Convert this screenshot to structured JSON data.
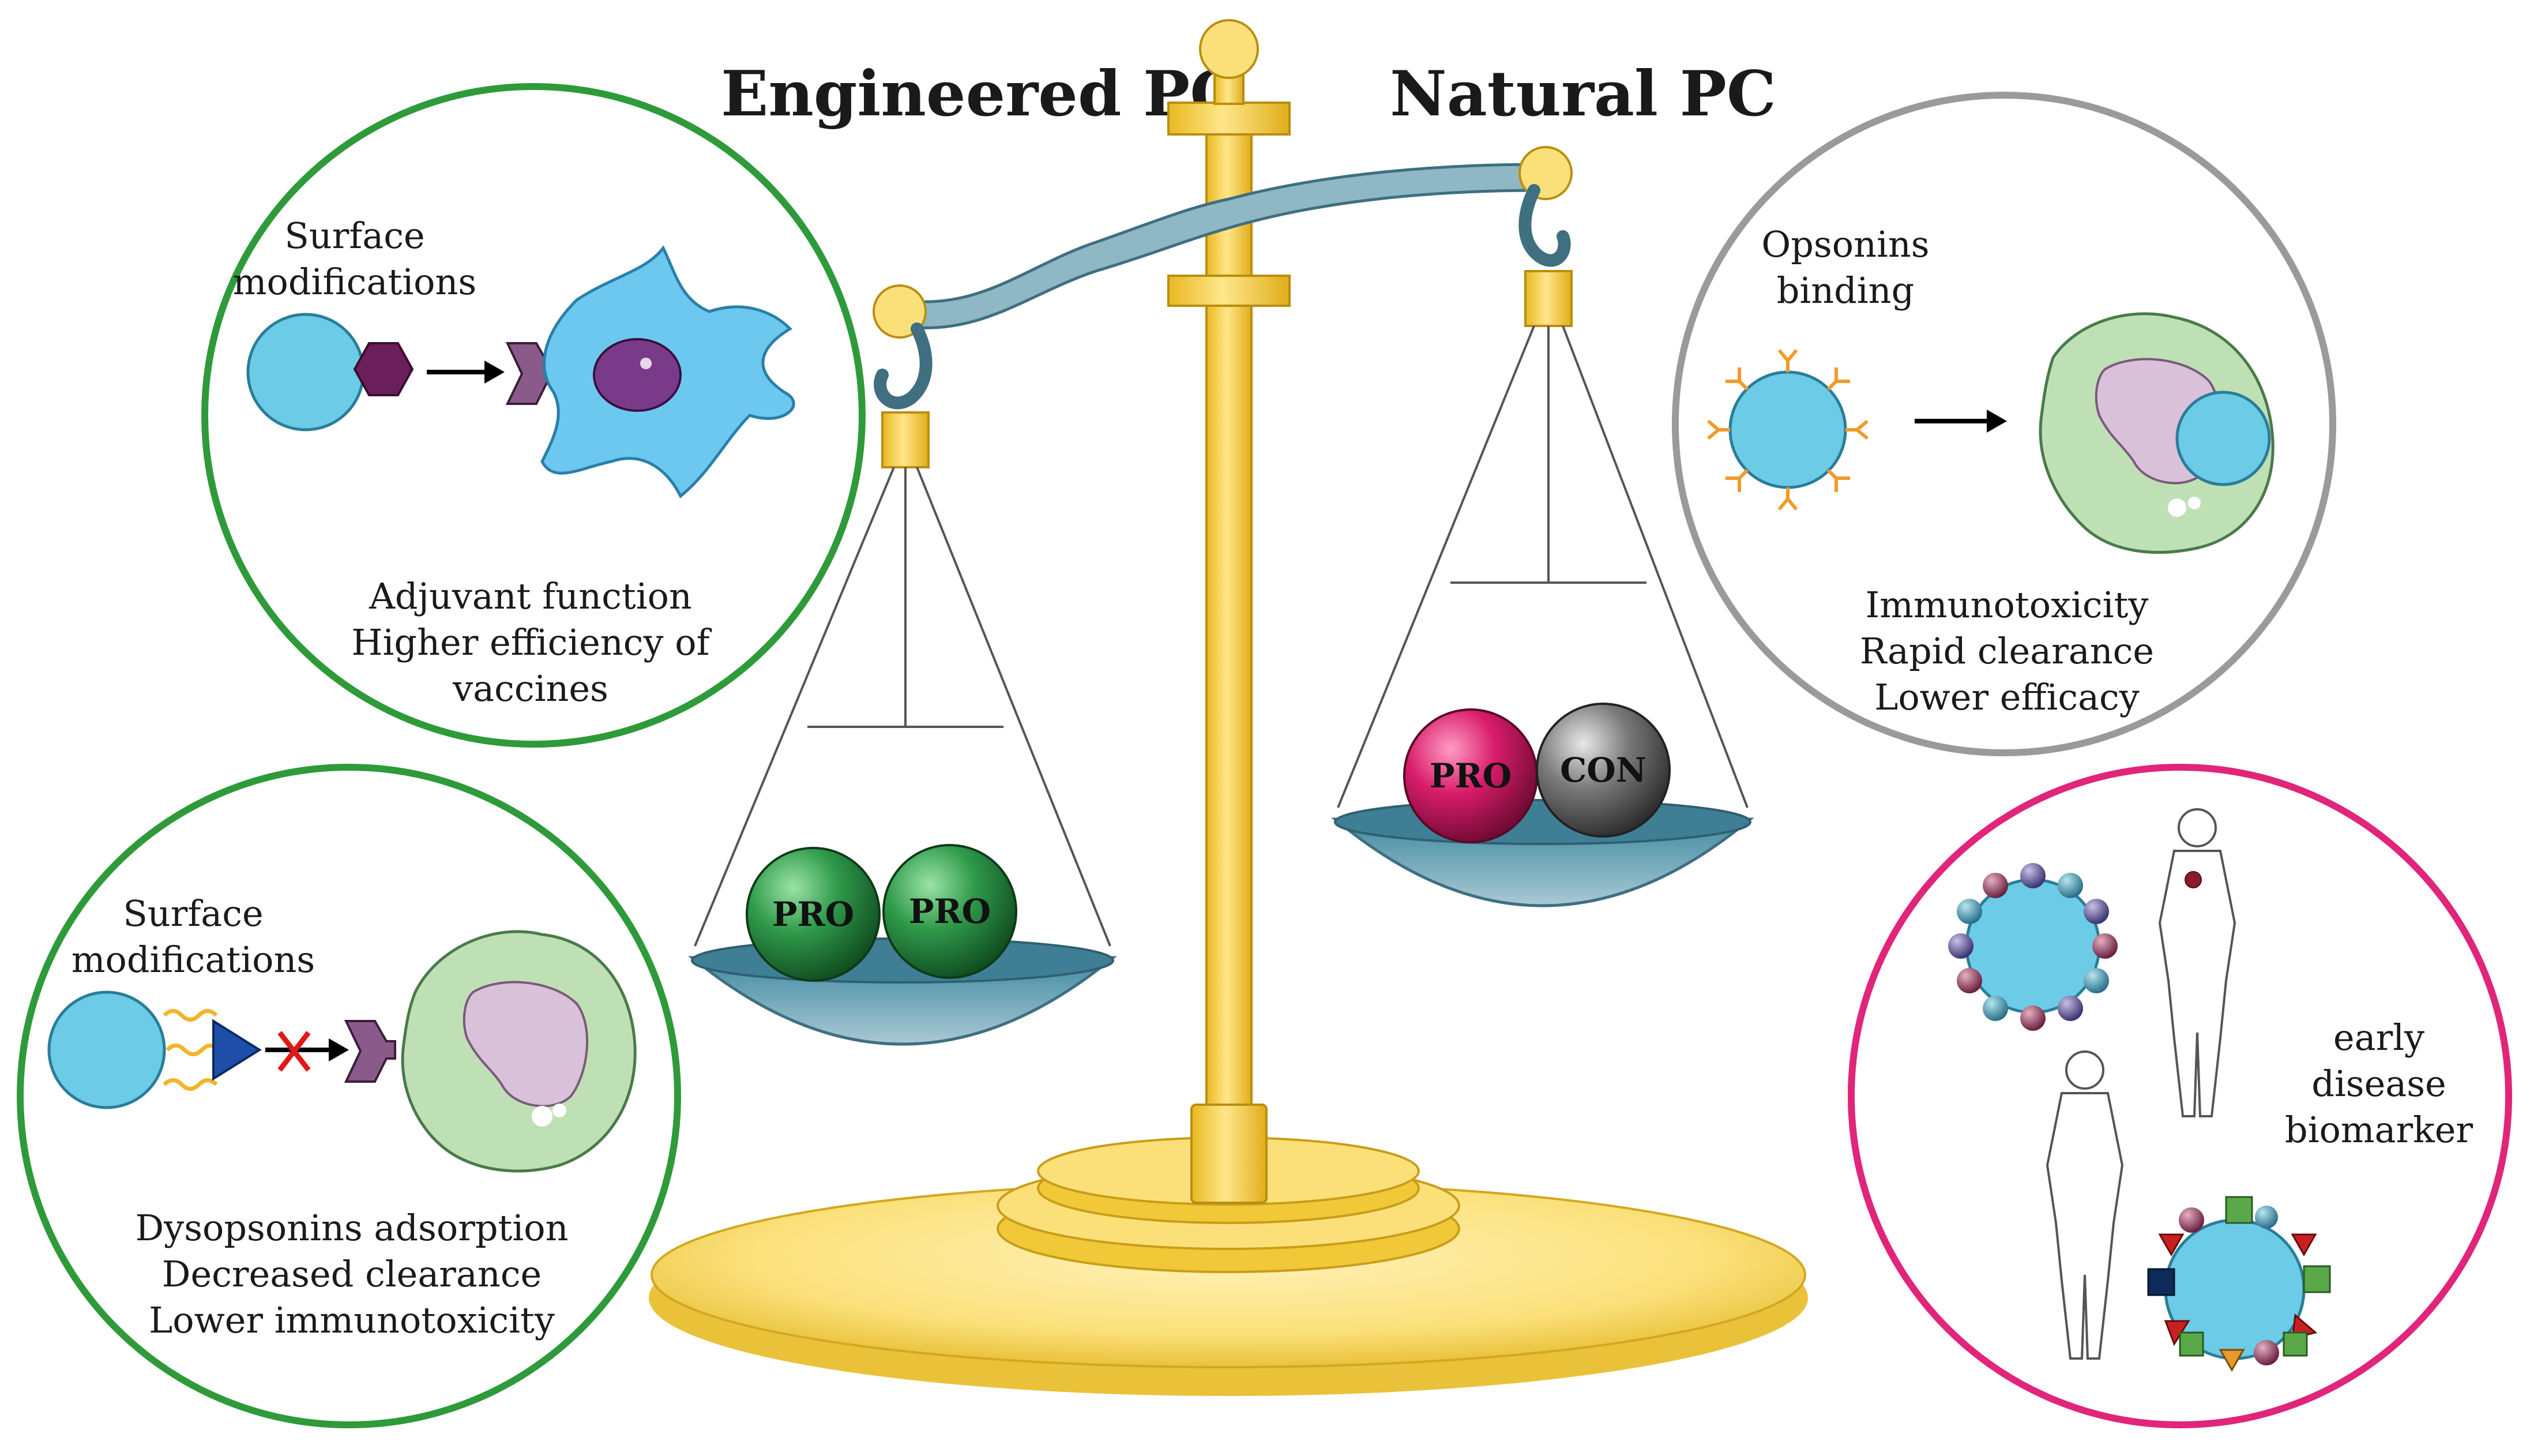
{
  "titles": {
    "left": "Engineered PC",
    "right": "Natural PC"
  },
  "panel_top_left": {
    "label_top": [
      "Surface",
      "modifications"
    ],
    "label_bottom": [
      "Adjuvant function",
      "Higher efficiency of",
      "vaccines"
    ],
    "border_color": "#2e9a3a"
  },
  "panel_bottom_left": {
    "label_top": [
      "Surface",
      "modifications"
    ],
    "label_bottom": [
      "Dysopsonins adsorption",
      "Decreased clearance",
      "Lower immunotoxicity"
    ],
    "border_color": "#2e9a3a"
  },
  "panel_top_right": {
    "label_top": [
      "Opsonins",
      "binding"
    ],
    "label_bottom": [
      "Immunotoxicity",
      "Rapid clearance",
      "Lower efficacy"
    ],
    "border_color": "#9a9a9a"
  },
  "panel_bottom_right": {
    "label": [
      "early",
      "disease",
      "biomarker"
    ],
    "border_color": "#e0257a"
  },
  "scale": {
    "left_pan_balls": [
      "PRO",
      "PRO"
    ],
    "right_pan_balls": [
      "PRO",
      "CON"
    ],
    "colors": {
      "pro_engineered": "#2f9a4a",
      "pro_natural": "#d81c6a",
      "con": "#7a7a7a",
      "gold": "#f5d24a",
      "beam": "#8fb8c4",
      "nanoparticle": "#6ccbe6"
    }
  },
  "icons": [
    "nanoparticle-icon",
    "ligand-hexagon-icon",
    "receptor-icon",
    "dendritic-cell-icon",
    "arrow-icon",
    "blocked-arrow-icon",
    "macrophage-icon",
    "antibody-icon",
    "human-silhouette-icon",
    "protein-corona-icon"
  ]
}
